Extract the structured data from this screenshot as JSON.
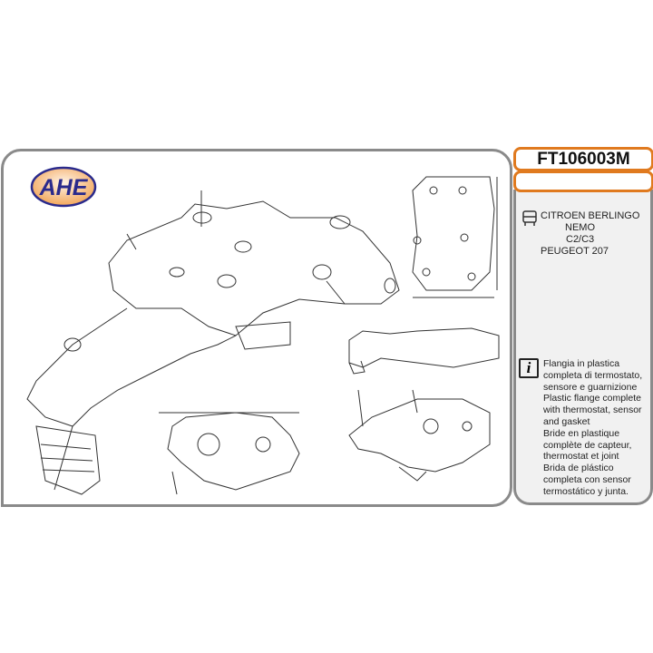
{
  "brand": {
    "logo_text": "AHE",
    "logo_fill": "#f2a65a",
    "logo_text_color": "#2a2a8c"
  },
  "product": {
    "code": "FT106003M",
    "secondary": ""
  },
  "vehicles": {
    "icon": "truck-icon",
    "lines": [
      "CITROEN BERLINGO",
      "NEMO",
      "C2/C3",
      "PEUGEOT 207"
    ]
  },
  "description": {
    "icon": "info-icon",
    "icon_glyph": "i",
    "it": "Flangia in plastica completa di termostato, sensore e guarnizione",
    "en": "Plastic flange complete with thermostat, sensor and gasket",
    "fr": "Bride en plastique complète de capteur, thermostat et joint",
    "es": "Brida de plástico completa con sensor termostático y junta."
  },
  "colors": {
    "accent": "#e07a1f",
    "border": "#8a8a8a",
    "panel": "#f1f1f1"
  }
}
